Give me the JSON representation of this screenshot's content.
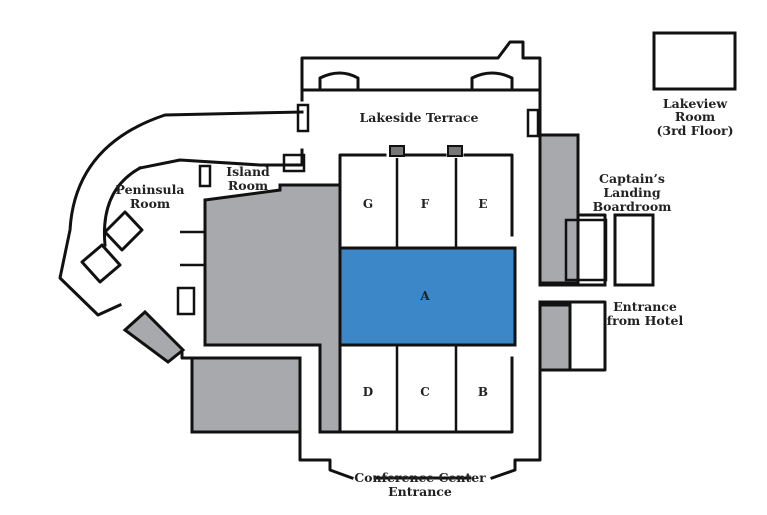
{
  "labels": {
    "lakeside_terrace": "Lakeside Terrace",
    "lakeview_line1": "Lakeview",
    "lakeview_line2": "Room",
    "lakeview_line3": "(3rd Floor)",
    "island_line1": "Island",
    "island_line2": "Room",
    "peninsula_line1": "Peninsula",
    "peninsula_line2": "Room",
    "captains_line1": "Captain’s",
    "captains_line2": "Landing",
    "captains_line3": "Boardroom",
    "entrance_hotel_line1": "Entrance",
    "entrance_hotel_line2": "from Hotel",
    "conference_line1": "Conference Center",
    "conference_line2": "Entrance"
  },
  "rooms": {
    "g": "G",
    "f": "F",
    "e": "E",
    "a": "A",
    "d": "D",
    "c": "C",
    "b": "B"
  },
  "colors": {
    "highlight": "#3b87c7",
    "service_area": "#a7a9ac",
    "walls": "#111111"
  }
}
